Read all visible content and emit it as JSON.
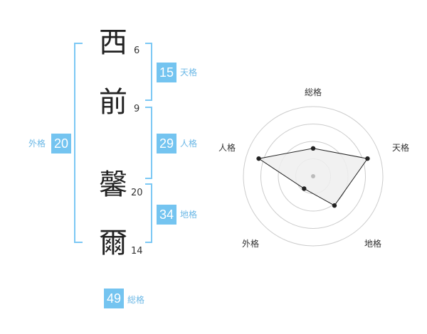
{
  "name": {
    "chars": [
      {
        "char": "西",
        "strokes": "6"
      },
      {
        "char": "前",
        "strokes": "9"
      },
      {
        "char": "馨",
        "strokes": "20"
      },
      {
        "char": "爾",
        "strokes": "14"
      }
    ]
  },
  "fortunes": {
    "tenkaku": {
      "label": "天格",
      "value": "15"
    },
    "jinkaku": {
      "label": "人格",
      "value": "29"
    },
    "chikaku": {
      "label": "地格",
      "value": "34"
    },
    "gaikaku": {
      "label": "外格",
      "value": "20"
    },
    "soukaku": {
      "label": "総格",
      "value": "49"
    }
  },
  "chart_data": {
    "type": "radar",
    "axes": [
      "総格",
      "天格",
      "地格",
      "外格",
      "人格"
    ],
    "values": [
      0.4,
      0.82,
      0.52,
      0.22,
      0.82
    ],
    "range": [
      0,
      1
    ],
    "rings": 4,
    "colors": {
      "fill": "#eeeeee",
      "line": "#222222",
      "ring": "#cccccc",
      "point": "#222222",
      "center": "#bbbbbb"
    }
  }
}
